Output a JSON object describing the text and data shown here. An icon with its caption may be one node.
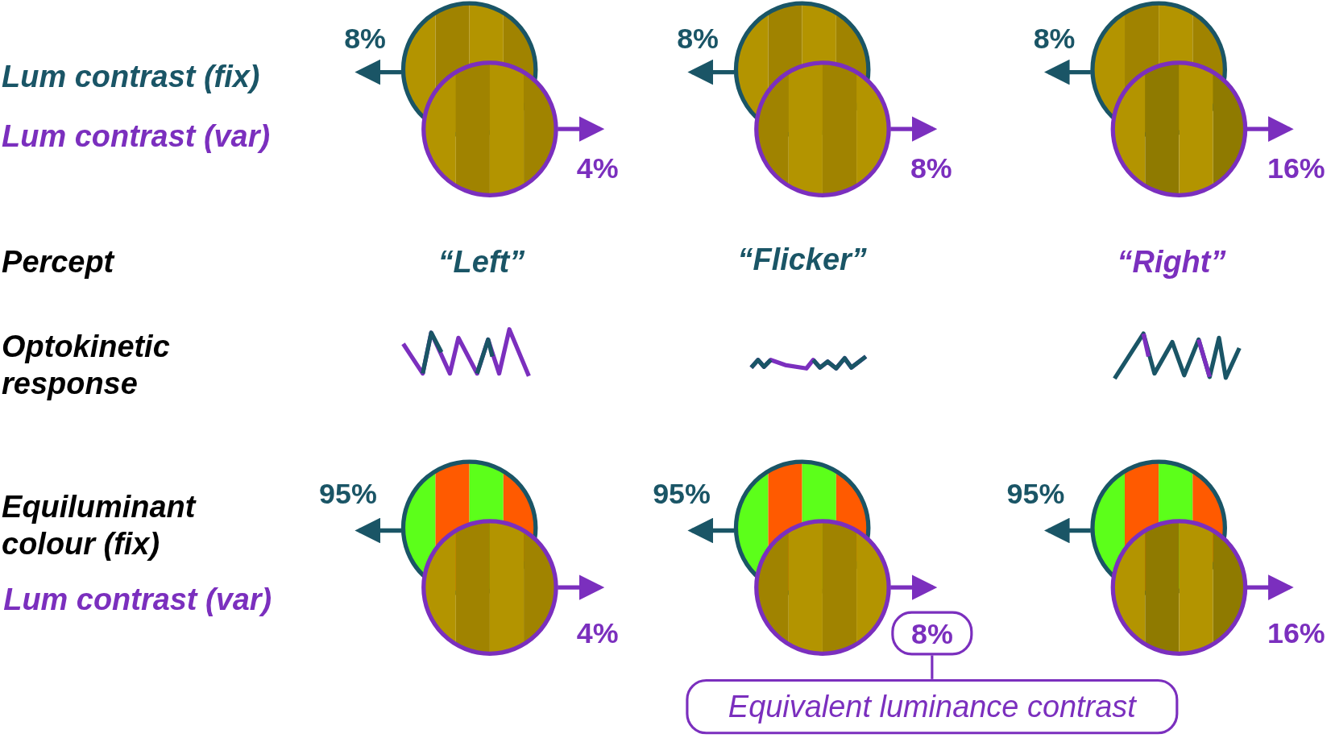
{
  "diagram": {
    "nodes": [
      {
        "text": [
          "8%"
        ]
      },
      {
        "text": [
          "Equivalent luminance contrast"
        ]
      }
    ],
    "edges": [
      {
        "from": 0,
        "to": 1,
        "arrow": "none"
      }
    ],
    "labels": [
      "8%",
      "8%",
      "8%",
      "Lum contrast (fix)",
      "Lum contrast (var)",
      "4%",
      "8%",
      "16%",
      "Percept",
      "“Left”",
      "“Flicker”",
      "“Right”",
      "Optokinetic response",
      "95%",
      "95%",
      "95%",
      "Equiluminant colour (fix)",
      "Lum contrast (var)",
      "4%",
      "16%"
    ]
  }
}
